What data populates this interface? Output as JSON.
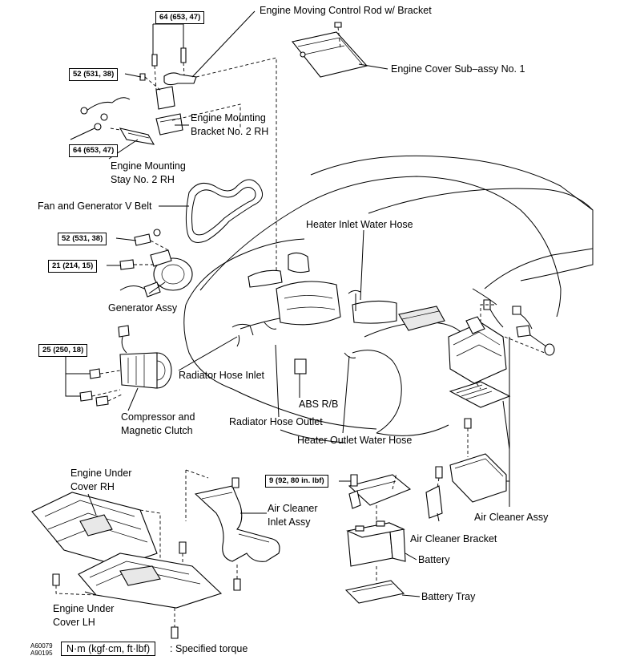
{
  "labels": {
    "engine_moving_control_rod": "Engine Moving Control Rod w/ Bracket",
    "engine_cover": "Engine Cover Sub–assy No. 1",
    "engine_mounting_bracket_l1": "Engine Mounting",
    "engine_mounting_bracket_l2": "Bracket No. 2 RH",
    "engine_mounting_stay_l1": "Engine Mounting",
    "engine_mounting_stay_l2": "Stay No. 2 RH",
    "fan_generator_belt": "Fan and Generator V Belt",
    "heater_inlet_hose": "Heater Inlet Water Hose",
    "generator_assy": "Generator Assy",
    "radiator_hose_inlet": "Radiator Hose Inlet",
    "abs_rb": "ABS R/B",
    "radiator_hose_outlet": "Radiator Hose Outlet",
    "heater_outlet_hose": "Heater Outlet Water Hose",
    "compressor_l1": "Compressor  and",
    "compressor_l2": "Magnetic Clutch",
    "engine_under_cover_rh_l1": "Engine Under",
    "engine_under_cover_rh_l2": "Cover RH",
    "air_cleaner_inlet_l1": "Air Cleaner",
    "air_cleaner_inlet_l2": "Inlet Assy",
    "air_cleaner_assy": "Air Cleaner Assy",
    "air_cleaner_bracket": "Air Cleaner Bracket",
    "battery": "Battery",
    "battery_tray": "Battery Tray",
    "engine_under_cover_lh_l1": "Engine Under",
    "engine_under_cover_lh_l2": "Cover LH"
  },
  "torques": {
    "t_64_top": "64 (653, 47)",
    "t_52_top": "52 (531, 38)",
    "t_64_mid": "64 (653, 47)",
    "t_52_gen": "52 (531, 38)",
    "t_21_gen": "21 (214, 15)",
    "t_25_comp": "25 (250, 18)",
    "t_9_batt": "9 (92, 80 in. lbf)"
  },
  "legend": {
    "unit": "N·m (kgf·cm, ft·lbf)",
    "desc": ": Specified torque"
  },
  "codes": {
    "code1": "A60079",
    "code2": "A90195"
  }
}
